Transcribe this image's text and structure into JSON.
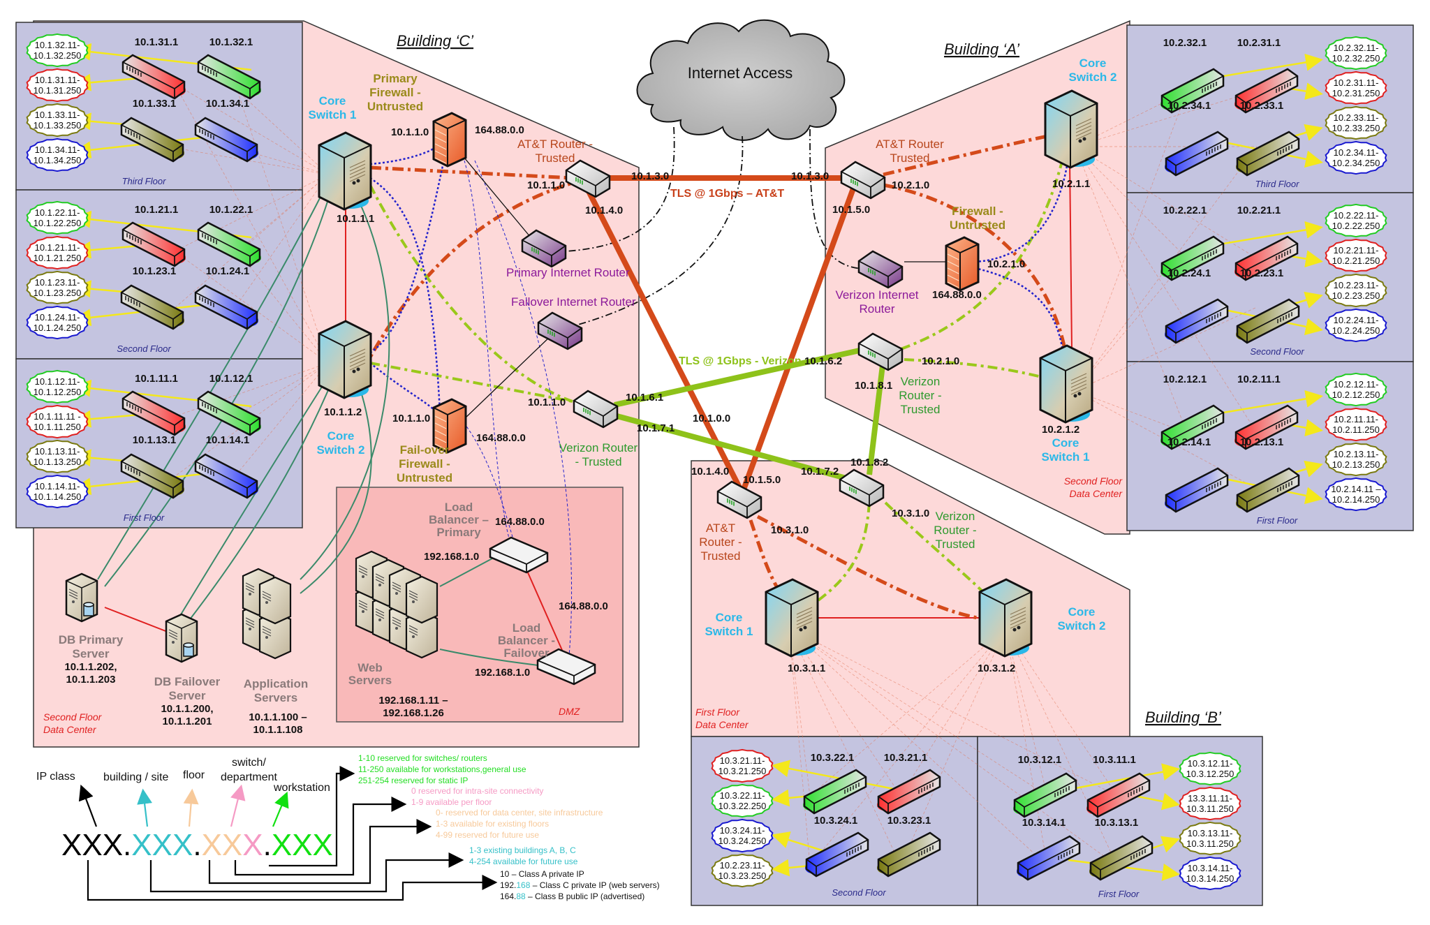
{
  "colors": {
    "building_fill": "#fdd9d9",
    "floor_fill": "#c4c4e0",
    "dmz_fill": "#f9b9b9",
    "att_link": "#d44a1a",
    "verizon_link": "#8ec21a",
    "core_text": "#2bb8e8",
    "switch_red": "#ff3030",
    "switch_green": "#30e030",
    "switch_olive": "#7a7a10",
    "switch_blue": "#2030ff"
  },
  "cloud": {
    "label": "Internet Access"
  },
  "links": {
    "tls_att": "TLS @ 1Gbps – AT&T",
    "tls_verizon": "TLS @ 1Gbps - Verizon"
  },
  "building_c": {
    "title": "Building ‘C’",
    "core1": {
      "label1": "Core",
      "label2": "Switch 1",
      "ip": "10.1.1.1"
    },
    "core2": {
      "label1": "Core",
      "label2": "Switch 2",
      "ip": "10.1.1.2"
    },
    "primary_fw": {
      "label1": "Primary",
      "label2": "Firewall -",
      "label3": "Untrusted",
      "ip_in": "10.1.1.0",
      "ip_out": "164.88.0.0"
    },
    "failover_fw": {
      "label1": "Fail-over",
      "label2": "Firewall -",
      "label3": "Untrusted",
      "ip_in": "10.1.1.0",
      "ip_out": "164.88.0.0"
    },
    "att_router": {
      "label1": "AT&T Router -",
      "label2": "Trusted",
      "ip_in": "10.1.1.0",
      "ip_wan": "10.1.3.0",
      "ip_b": "10.1.4.0"
    },
    "primary_inet_router": {
      "label": "Primary Internet  Router"
    },
    "failover_inet_router": {
      "label": "Failover Internet Router"
    },
    "verizon_router": {
      "label1": "Verizon Router",
      "label2": "- Trusted",
      "ip_in": "10.1.1.0",
      "ip_a": "10.1.6.1",
      "ip_b": "10.1.7.1"
    },
    "center_ip": "10.1.0.0",
    "db_primary": {
      "label1": "DB Primary",
      "label2": "Server",
      "ip1": "10.1.1.202,",
      "ip2": "10.1.1.203"
    },
    "db_failover": {
      "label1": "DB Failover",
      "label2": "Server",
      "ip1": "10.1.1.200,",
      "ip2": "10.1.1.201"
    },
    "app_servers": {
      "label1": "Application",
      "label2": "Servers",
      "ip1": "10.1.1.100 –",
      "ip2": "10.1.1.108"
    },
    "dc_label1": "Second Floor",
    "dc_label2": "Data Center",
    "dmz": {
      "label": "DMZ",
      "lb_primary": {
        "label1": "Load",
        "label2": "Balancer –",
        "label3": "Primary",
        "ip_pub": "164.88.0.0",
        "ip_priv": "192.168.1.0"
      },
      "lb_failover": {
        "label1": "Load",
        "label2": "Balancer -",
        "label3": "Failover",
        "ip_pub": "164.88.0.0",
        "ip_priv": "192.168.1.0"
      },
      "web": {
        "label1": "Web",
        "label2": "Servers",
        "ip1": "192.168.1.11 –",
        "ip2": "192.168.1.26"
      }
    },
    "floors": [
      {
        "name": "Third Floor",
        "switches": [
          {
            "ip": "10.1.31.1",
            "color": "red"
          },
          {
            "ip": "10.1.32.1",
            "color": "green"
          },
          {
            "ip": "10.1.33.1",
            "color": "olive"
          },
          {
            "ip": "10.1.34.1",
            "color": "blue"
          }
        ],
        "ranges": [
          {
            "l1": "10.1.32.11-",
            "l2": "10.1.32.250",
            "color": "green"
          },
          {
            "l1": "10.1.31.11-",
            "l2": "10.1.31.250",
            "color": "red"
          },
          {
            "l1": "10.1.33.11-",
            "l2": "10.1.33.250",
            "color": "olive"
          },
          {
            "l1": "10.1.34.11-",
            "l2": "10.1.34.250",
            "color": "blue"
          }
        ]
      },
      {
        "name": "Second Floor",
        "switches": [
          {
            "ip": "10.1.21.1",
            "color": "red"
          },
          {
            "ip": "10.1.22.1",
            "color": "green"
          },
          {
            "ip": "10.1.23.1",
            "color": "olive"
          },
          {
            "ip": "10.1.24.1",
            "color": "blue"
          }
        ],
        "ranges": [
          {
            "l1": "10.1.22.11-",
            "l2": "10.1.22.250",
            "color": "green"
          },
          {
            "l1": "10.1.21.11-",
            "l2": "10.1.21.250",
            "color": "red"
          },
          {
            "l1": "10.1.23.11-",
            "l2": "10.1.23.250",
            "color": "olive"
          },
          {
            "l1": "10.1.24.11-",
            "l2": "10.1.24.250",
            "color": "blue"
          }
        ]
      },
      {
        "name": "First Floor",
        "switches": [
          {
            "ip": "10.1.11.1",
            "color": "red"
          },
          {
            "ip": "10.1.12.1",
            "color": "green"
          },
          {
            "ip": "10.1.13.1",
            "color": "olive"
          },
          {
            "ip": "10.1.14.1",
            "color": "blue"
          }
        ],
        "ranges": [
          {
            "l1": "10.1.12.11-",
            "l2": "10.1.12.250",
            "color": "green"
          },
          {
            "l1": "10.1.11.11 -",
            "l2": "10.1.11.250",
            "color": "red"
          },
          {
            "l1": "10.1.13.11-",
            "l2": "10.1.13.250",
            "color": "olive"
          },
          {
            "l1": "10.1.14.11-",
            "l2": "10.1.14.250",
            "color": "blue"
          }
        ]
      }
    ]
  },
  "building_a": {
    "title": "Building ‘A’",
    "core2": {
      "label1": "Core",
      "label2": "Switch 2",
      "ip": "10.2.1.1"
    },
    "core1": {
      "label1": "Core",
      "label2": "Switch 1",
      "ip": "10.2.1.2"
    },
    "att_router": {
      "label1": "AT&T Router",
      "label2": "Trusted",
      "ip_wan": "10.1.3.0",
      "ip_in": "10.2.1.0",
      "ip_b": "10.1.5.0"
    },
    "firewall": {
      "label1": "Firewall -",
      "label2": "Untrusted",
      "ip_in": "10.2.1.0",
      "ip_out": "164.88.0.0"
    },
    "verizon_inet_router": {
      "label1": "Verizon Internet",
      "label2": "Router"
    },
    "verizon_router": {
      "label1": "Verizon",
      "label2": "Router -",
      "label3": "Trusted",
      "ip_a": "10.1.6.2",
      "ip_in": "10.2.1.0",
      "ip_b": "10.1.8.1"
    },
    "dc_label1": "Second Floor",
    "dc_label2": "Data Center",
    "floors": [
      {
        "name": "Third Floor",
        "switches": [
          {
            "ip": "10.2.32.1",
            "color": "green"
          },
          {
            "ip": "10.2.31.1",
            "color": "red"
          },
          {
            "ip": "10.2.34.1",
            "color": "blue"
          },
          {
            "ip": "10.2.33.1",
            "color": "olive"
          }
        ],
        "ranges": [
          {
            "l1": "10.2.32.11-",
            "l2": "10.2.32.250",
            "color": "green"
          },
          {
            "l1": "10.2.31.11-",
            "l2": "10.2.31.250",
            "color": "red"
          },
          {
            "l1": "10.2.33.11-",
            "l2": "10.2.33.250",
            "color": "olive"
          },
          {
            "l1": "10.2.34.11-",
            "l2": "10.2.34.250",
            "color": "blue"
          }
        ]
      },
      {
        "name": "Second Floor",
        "switches": [
          {
            "ip": "10.2.22.1",
            "color": "green"
          },
          {
            "ip": "10.2.21.1",
            "color": "red"
          },
          {
            "ip": "10.2.24.1",
            "color": "blue"
          },
          {
            "ip": "10.2.23.1",
            "color": "olive"
          }
        ],
        "ranges": [
          {
            "l1": "10.2.22.11-",
            "l2": "10.2.22.250",
            "color": "green"
          },
          {
            "l1": "10.2.21.11-",
            "l2": "10.2.21.250",
            "color": "red"
          },
          {
            "l1": "10.2.23.11-",
            "l2": "10.2.23.250",
            "color": "olive"
          },
          {
            "l1": "10.2.24.11-",
            "l2": "10.2.24.250",
            "color": "blue"
          }
        ]
      },
      {
        "name": "First Floor",
        "switches": [
          {
            "ip": "10.2.12.1",
            "color": "green"
          },
          {
            "ip": "10.2.11.1",
            "color": "red"
          },
          {
            "ip": "10.2.14.1",
            "color": "blue"
          },
          {
            "ip": "10.2.13.1",
            "color": "olive"
          }
        ],
        "ranges": [
          {
            "l1": "10.2.12.11-",
            "l2": "10.2.12.250",
            "color": "green"
          },
          {
            "l1": "10.2.11.11-",
            "l2": "10.2.11.250",
            "color": "red"
          },
          {
            "l1": "10.2.13.11-",
            "l2": "10.2.13.250",
            "color": "olive"
          },
          {
            "l1": "10.2.14.11 –",
            "l2": "10.2.14.250",
            "color": "blue"
          }
        ]
      }
    ]
  },
  "building_b": {
    "title": "Building ‘B’",
    "core1": {
      "label1": "Core",
      "label2": "Switch 1",
      "ip": "10.3.1.1"
    },
    "core2": {
      "label1": "Core",
      "label2": "Switch 2",
      "ip": "10.3.1.2"
    },
    "att_router": {
      "label1": "AT&T",
      "label2": "Router -",
      "label3": "Trusted",
      "ip_a": "10.1.4.0",
      "ip_b": "10.1.5.0",
      "ip_in": "10.3.1.0"
    },
    "verizon_router": {
      "label1": "Verizon",
      "label2": "Router -",
      "label3": "Trusted",
      "ip_a": "10.1.7.2",
      "ip_b": "10.1.8.2",
      "ip_in": "10.3.1.0"
    },
    "dc_label1": "First Floor",
    "dc_label2": "Data Center",
    "floors": [
      {
        "name": "Second Floor",
        "switches": [
          {
            "ip": "10.3.22.1",
            "color": "green"
          },
          {
            "ip": "10.3.21.1",
            "color": "red"
          },
          {
            "ip": "10.3.24.1",
            "color": "blue"
          },
          {
            "ip": "10.3.23.1",
            "color": "olive"
          }
        ],
        "ranges": [
          {
            "l1": "10.3.21.11-",
            "l2": "10.3.21.250",
            "color": "red"
          },
          {
            "l1": "10.3.22.11-",
            "l2": "10.3.22.250",
            "color": "green"
          },
          {
            "l1": "10.3.24.11-",
            "l2": "10.3.24.250",
            "color": "blue"
          },
          {
            "l1": "10.2.23.11-",
            "l2": "10.3.23.250",
            "color": "olive"
          }
        ]
      },
      {
        "name": "First Floor",
        "switches": [
          {
            "ip": "10.3.12.1",
            "color": "green"
          },
          {
            "ip": "10.3.11.1",
            "color": "red"
          },
          {
            "ip": "10.3.14.1",
            "color": "blue"
          },
          {
            "ip": "10.3.13.1",
            "color": "olive"
          }
        ],
        "ranges": [
          {
            "l1": "10.3.12.11-",
            "l2": "10.3.12.250",
            "color": "green"
          },
          {
            "l1": "13.3.11.11-",
            "l2": "10.3.11.250",
            "color": "red"
          },
          {
            "l1": "10.3.13.11-",
            "l2": "10.3.11.250",
            "color": "olive"
          },
          {
            "l1": "10.3.14.11-",
            "l2": "10.3.14.250",
            "color": "blue"
          }
        ]
      }
    ]
  },
  "legend": {
    "hdr_ip_class": "IP class",
    "hdr_building": "building / site",
    "hdr_floor": "floor",
    "hdr_switch1": "switch/",
    "hdr_switch2": "department",
    "hdr_workstation": "workstation",
    "octets": [
      "XXX",
      ".",
      "XXX",
      ".",
      "XX",
      "X",
      ".",
      "XXX"
    ],
    "workstation_notes": [
      "1-10 reserved for switches/ routers",
      "11-250 available for workstations,general use",
      "251-254 reserved for static IP"
    ],
    "switch_notes": [
      "0 reserved for intra-site connectivity",
      "1-9 available per floor"
    ],
    "floor_notes": [
      "0- reserved for data center, site infrastructure",
      "1-3 available for existing floors",
      "4-99 reserved for future use"
    ],
    "building_notes": [
      "1-3 existing buildings A, B, C",
      "4-254 available for future use"
    ],
    "class_notes": [
      {
        "a": "10",
        "b": "",
        "c": " – Class A private IP"
      },
      {
        "a": "192.",
        "b": "168",
        "c": " – Class C private IP (web servers)"
      },
      {
        "a": "164.",
        "b": "88",
        "c": " – Class B public IP (advertised)"
      }
    ]
  }
}
